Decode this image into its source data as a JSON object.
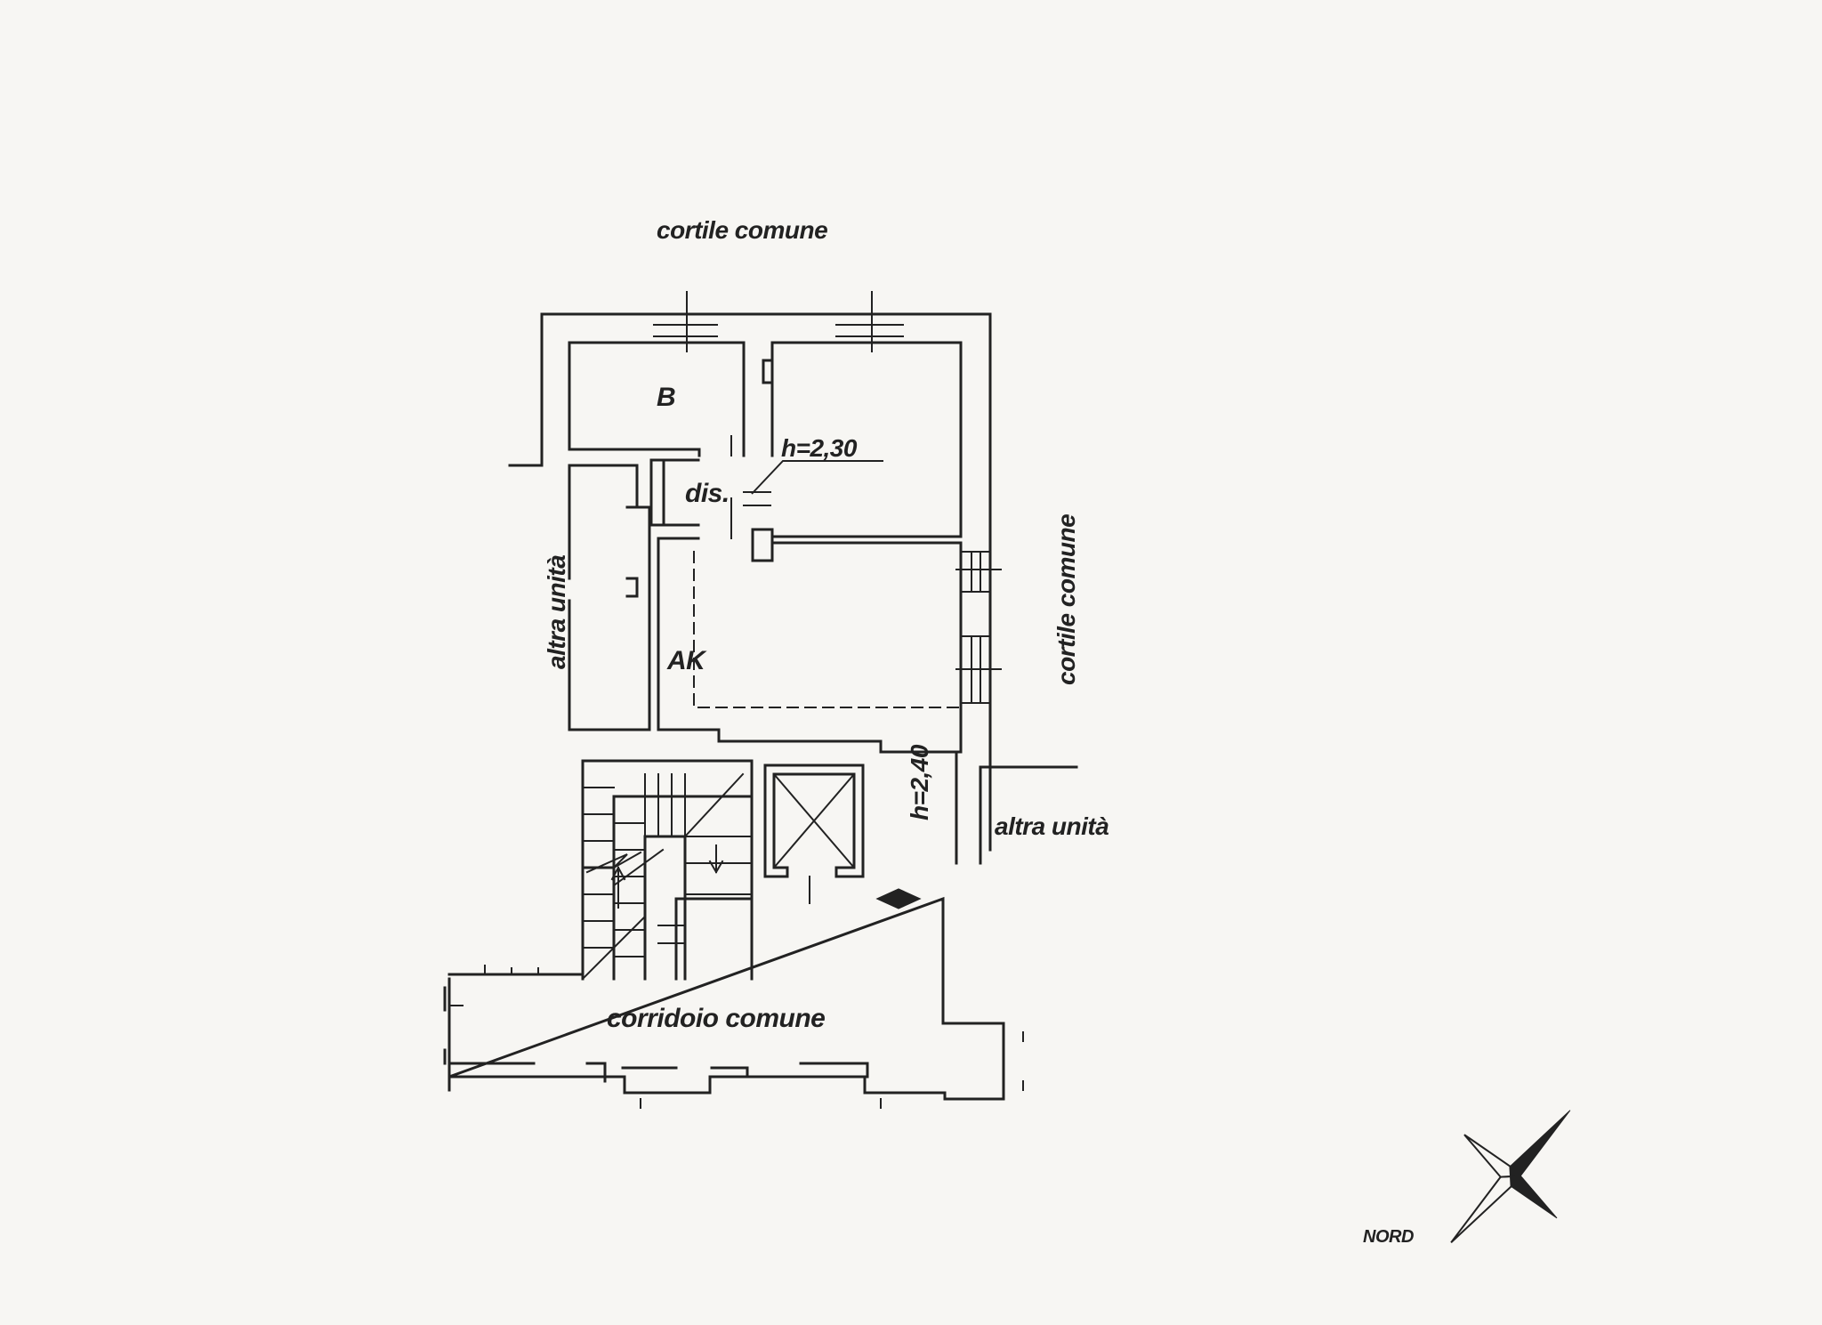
{
  "labels": {
    "cortile_top": "cortile comune",
    "cortile_right": "cortile comune",
    "altra_left": "altra unità",
    "altra_right": "altra unità",
    "bagno": "B",
    "disimpegno": "dis.",
    "soggiorno": "AK",
    "h_top": "h=2,30",
    "h_side": "h=2,40",
    "corridoio": "corridoio comune",
    "nord": "NORD"
  },
  "colors": {
    "ink": "#222222",
    "paper": "#f7f6f3"
  }
}
